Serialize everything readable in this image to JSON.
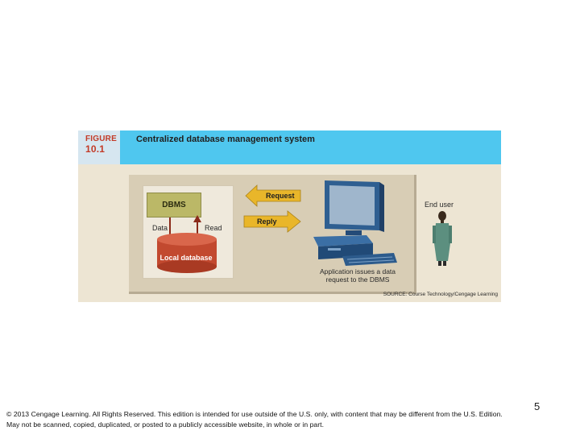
{
  "figure": {
    "label_word": "FIGURE",
    "label_number": "10.1",
    "title": "Centralized database management system",
    "dbms": "DBMS",
    "data_label": "Data",
    "read_label": "Read",
    "local_db": "Local database",
    "request": "Request",
    "reply": "Reply",
    "caption_line1": "Application issues a data",
    "caption_line2": "request to the DBMS",
    "end_user": "End user",
    "source": "SOURCE: Course Technology/Cengage Learning"
  },
  "page_number": "5",
  "footer": {
    "line1": "© 2013 Cengage Learning. All Rights Reserved. This edition is intended for use outside of the U.S. only, with content that may be different from the U.S. Edition.",
    "line2": "May not be scanned, copied, duplicated, or posted to a publicly accessible website, in whole or in part."
  },
  "colors": {
    "header": "#4fc7ef",
    "figure_label": "#c33a27",
    "background": "#ede5d3",
    "arrows": "#e9b62a",
    "dbms_box": "#bbb867",
    "database": "#c2492f"
  }
}
